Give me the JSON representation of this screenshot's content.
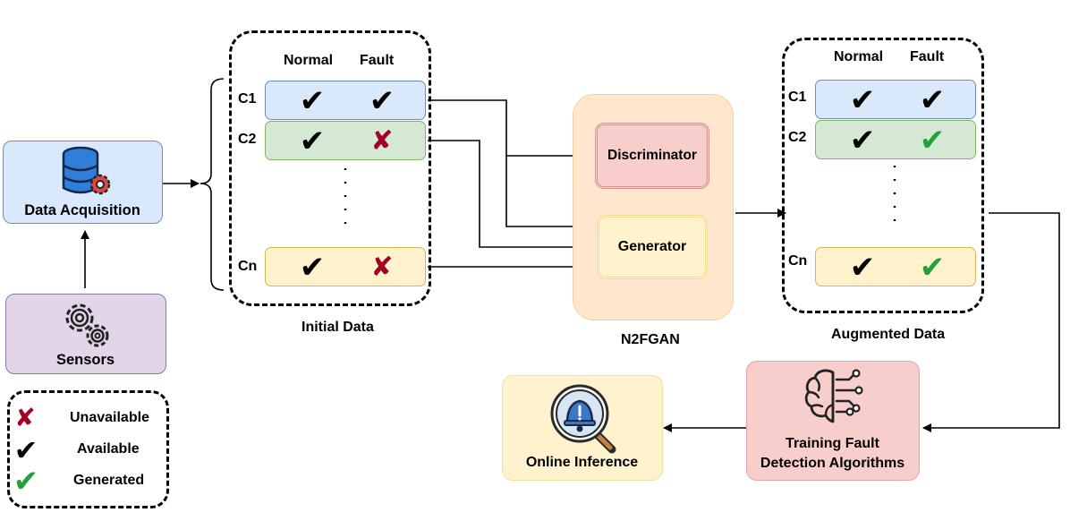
{
  "initial": {
    "header_normal": "Normal",
    "header_fault": "Fault",
    "row_c1": "C1",
    "row_c2": "C2",
    "row_cn": "Cn",
    "caption": "Initial Data"
  },
  "augmented": {
    "header_normal": "Normal",
    "header_fault": "Fault",
    "row_c1": "C1",
    "row_c2": "C2",
    "row_cn": "Cn",
    "caption": "Augmented Data"
  },
  "gan": {
    "title": "N2FGAN",
    "discriminator": "Discriminator",
    "generator": "Generator"
  },
  "nodes": {
    "data_acquisition": "Data Acquisition",
    "sensors": "Sensors",
    "online_inference": "Online Inference",
    "training_line1": "Training Fault",
    "training_line2": "Detection Algorithms"
  },
  "legend": {
    "unavailable": "Unavailable",
    "available": "Available",
    "generated": "Generated"
  },
  "marks": {
    "check": "✔",
    "cross": "✘"
  },
  "colors": {
    "blue_fill": "#dae8fc",
    "green_fill": "#d5e8d4",
    "yellow_fill": "#fff2cc",
    "pink_fill": "#f8cecc",
    "purple_fill": "#e1d5e7",
    "peach_fill": "#ffe6cc",
    "unavailable_red": "#a20025",
    "generated_green": "#22a33a"
  },
  "icons": [
    "database-gear-icon",
    "gears-icon",
    "brain-icon",
    "bell-search-icon"
  ]
}
